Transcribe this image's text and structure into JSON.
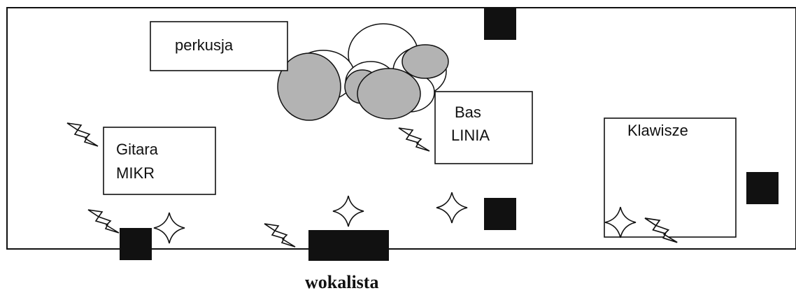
{
  "diagram": {
    "labels": {
      "drums": "perkusja",
      "guitar_line1": "Gitara",
      "guitar_line2": "MIKR",
      "bass_line1": "Bas",
      "bass_line2": "LINIA",
      "keys": "Klawisze",
      "vocalist": "wokalista"
    },
    "colors": {
      "stroke": "#111111",
      "drum_fill": "#b3b3b3",
      "speaker_fill": "#111111",
      "background": "#ffffff"
    },
    "icons": {
      "microphone": "lightning-bolt",
      "monitor": "four-point-star",
      "speaker": "black-square"
    }
  }
}
